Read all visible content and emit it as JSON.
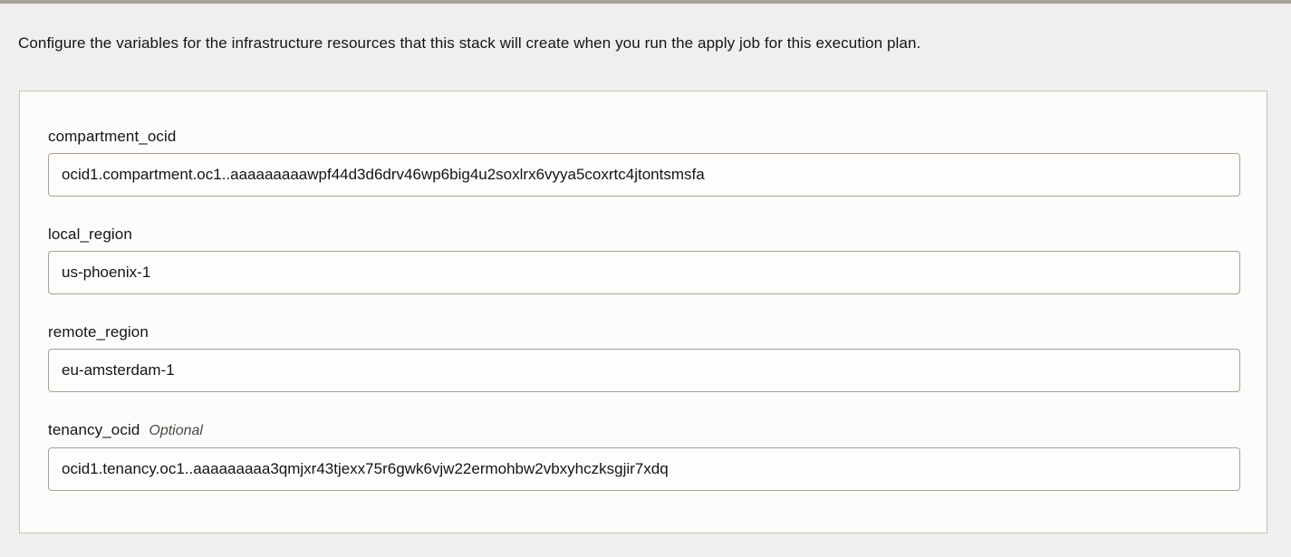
{
  "page": {
    "description": "Configure the variables for the infrastructure resources that this stack will create when you run the apply job for this execution plan."
  },
  "colors": {
    "page_bg": "#f1efed",
    "top_bar": "#a9a39c",
    "panel_bg": "#fdfcfb",
    "panel_border": "#c8c3bc",
    "input_border": "#a6a097",
    "text": "#161513",
    "optional_text": "#4a4742"
  },
  "form": {
    "fields": [
      {
        "label": "compartment_ocid",
        "optional_label": "",
        "value": "ocid1.compartment.oc1..aaaaaaaaawpf44d3d6drv46wp6big4u2soxlrx6vyya5coxrtc4jtontsmsfa"
      },
      {
        "label": "local_region",
        "optional_label": "",
        "value": "us-phoenix-1"
      },
      {
        "label": "remote_region",
        "optional_label": "",
        "value": "eu-amsterdam-1"
      },
      {
        "label": "tenancy_ocid",
        "optional_label": "Optional",
        "value": "ocid1.tenancy.oc1..aaaaaaaaa3qmjxr43tjexx75r6gwk6vjw22ermohbw2vbxyhczksgjir7xdq"
      }
    ]
  }
}
